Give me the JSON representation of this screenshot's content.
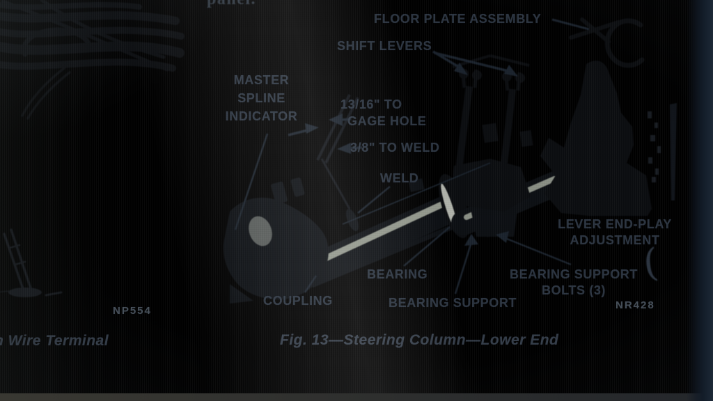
{
  "page": {
    "top_clipped_text": "panel.",
    "left_caption": "n Wire Terminal",
    "photo_code_left": "NP554",
    "photo_code_right": "NR428",
    "figure_caption": "Fig. 13—Steering Column—Lower End",
    "paren_mark": "(",
    "callouts": {
      "floor_plate_assembly": "FLOOR PLATE ASSEMBLY",
      "shift_levers": "SHIFT LEVERS",
      "master_spline_lines": [
        "MASTER",
        "SPLINE",
        "INDICATOR"
      ],
      "gage_hole_line1": "13/16\" TO",
      "gage_hole_line2": "GAGE HOLE",
      "weld_distance": "3/8\" TO WELD",
      "weld": "WELD",
      "bearing": "BEARING",
      "coupling": "COUPLING",
      "bearing_support": "BEARING SUPPORT",
      "bolts_lines": [
        "BEARING SUPPORT",
        "BOLTS (3)"
      ],
      "lever_end_play_lines": [
        "LEVER END-PLAY",
        "ADJUSTMENT"
      ]
    },
    "colors": {
      "page_bg": "#c9ccc2",
      "ink": "#2b3440",
      "caption_ink": "#333c48",
      "drawing_ink": "#0c0f13",
      "right_band": "#18222e",
      "bottom_band": "#2b2d2f"
    }
  }
}
